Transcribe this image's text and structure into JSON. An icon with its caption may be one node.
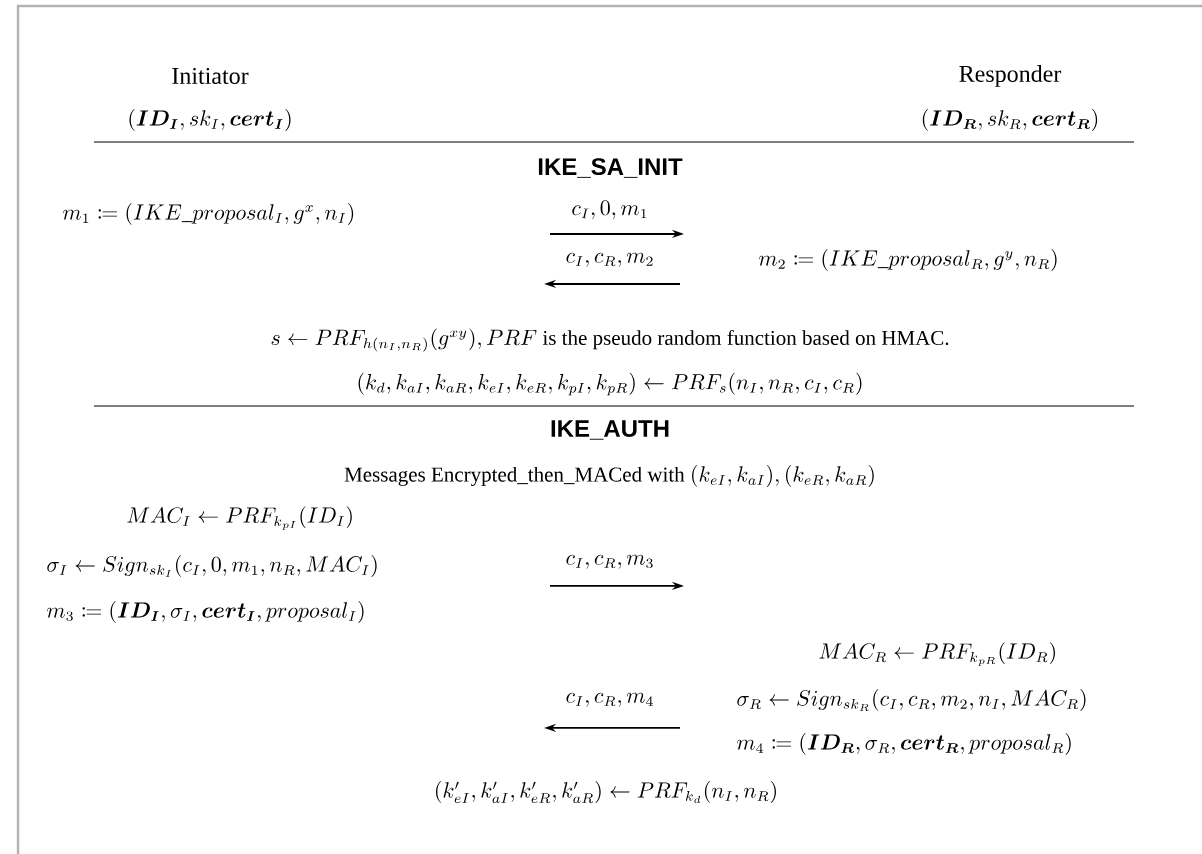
{
  "diagram": {
    "labels": [
      "Initiator",
      "Responder",
      "(\\boldsymbol{ID_I}, sk_I, \\boldsymbol{cert_I})",
      "(\\boldsymbol{ID_R}, sk_R, \\boldsymbol{cert_R})",
      "IKE_SA_INIT",
      "m_1 \\coloneqq (IKE\\_proposal_I, g^x, n_I)",
      "c_I, 0, m_1",
      "c_I, c_R, m_2",
      "m_2 \\coloneqq (IKE\\_proposal_R, g^y, n_R)",
      "s \\leftarrow PRF_{h(n_I,n_R)}(g^{xy}), PRF \\text{ is the pseudo random function based on HMAC.}",
      "(k_d, k_{aI}, k_{aR}, k_{eI}, k_{eR}, k_{pI}, k_{pR}) \\leftarrow PRF_s(n_I, n_R, c_I, c_R)",
      "IKE_AUTH",
      "\\text{Messages Encrypted\\_then\\_MACed with } (k_{eI}, k_{aI}), (k_{eR}, k_{aR})",
      "MAC_I \\leftarrow PRF_{k_{pI}}(ID_I)",
      "\\sigma_I \\leftarrow Sign_{sk_I}(c_I, 0, m_1, n_R, MAC_I)",
      "c_I, c_R, m_3",
      "m_3 \\coloneqq (\\boldsymbol{ID_I}, \\sigma_I, \\boldsymbol{cert_I}, proposal_I)",
      "MAC_R \\leftarrow PRF_{k_{pR}}(ID_R)",
      "c_I, c_R, m_4",
      "\\sigma_R \\leftarrow Sign_{sk_R}(c_I, c_R, m_2, n_I, MAC_R)",
      "m_4 \\coloneqq (\\boldsymbol{ID_R}, \\sigma_R, \\boldsymbol{cert_R}, proposal_R)",
      "(k'_{eI}, k'_{aI}, k'_{eR}, k'_{aR}) \\leftarrow PRF_{k_d}(n_I, n_R)"
    ]
  }
}
